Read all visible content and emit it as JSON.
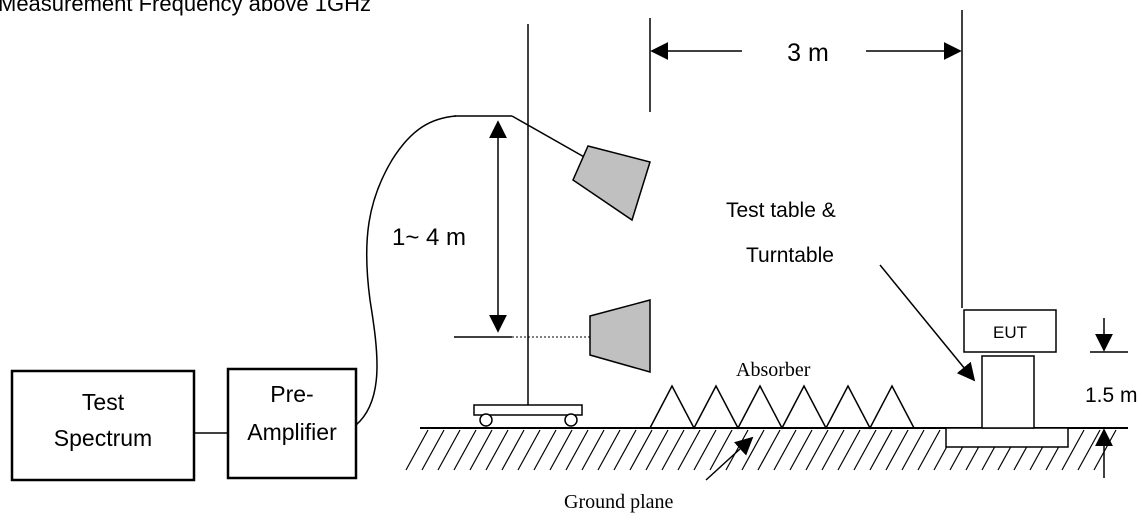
{
  "title": "Measurement Frequency above 1GHz",
  "labels": {
    "distance": "3 m",
    "antenna_height": "1~ 4 m",
    "test_table_line1": "Test table &",
    "test_table_line2": "Turntable",
    "eut": "EUT",
    "table_height": "1.5 m",
    "absorber": "Absorber",
    "ground_plane": "Ground plane",
    "spectrum_line1": "Test",
    "spectrum_line2": "Spectrum",
    "preamp_line1": "Pre-",
    "preamp_line2": "Amplifier"
  },
  "colors": {
    "line": "#000000",
    "antenna_fill": "#c0c0c0",
    "background": "#ffffff"
  }
}
